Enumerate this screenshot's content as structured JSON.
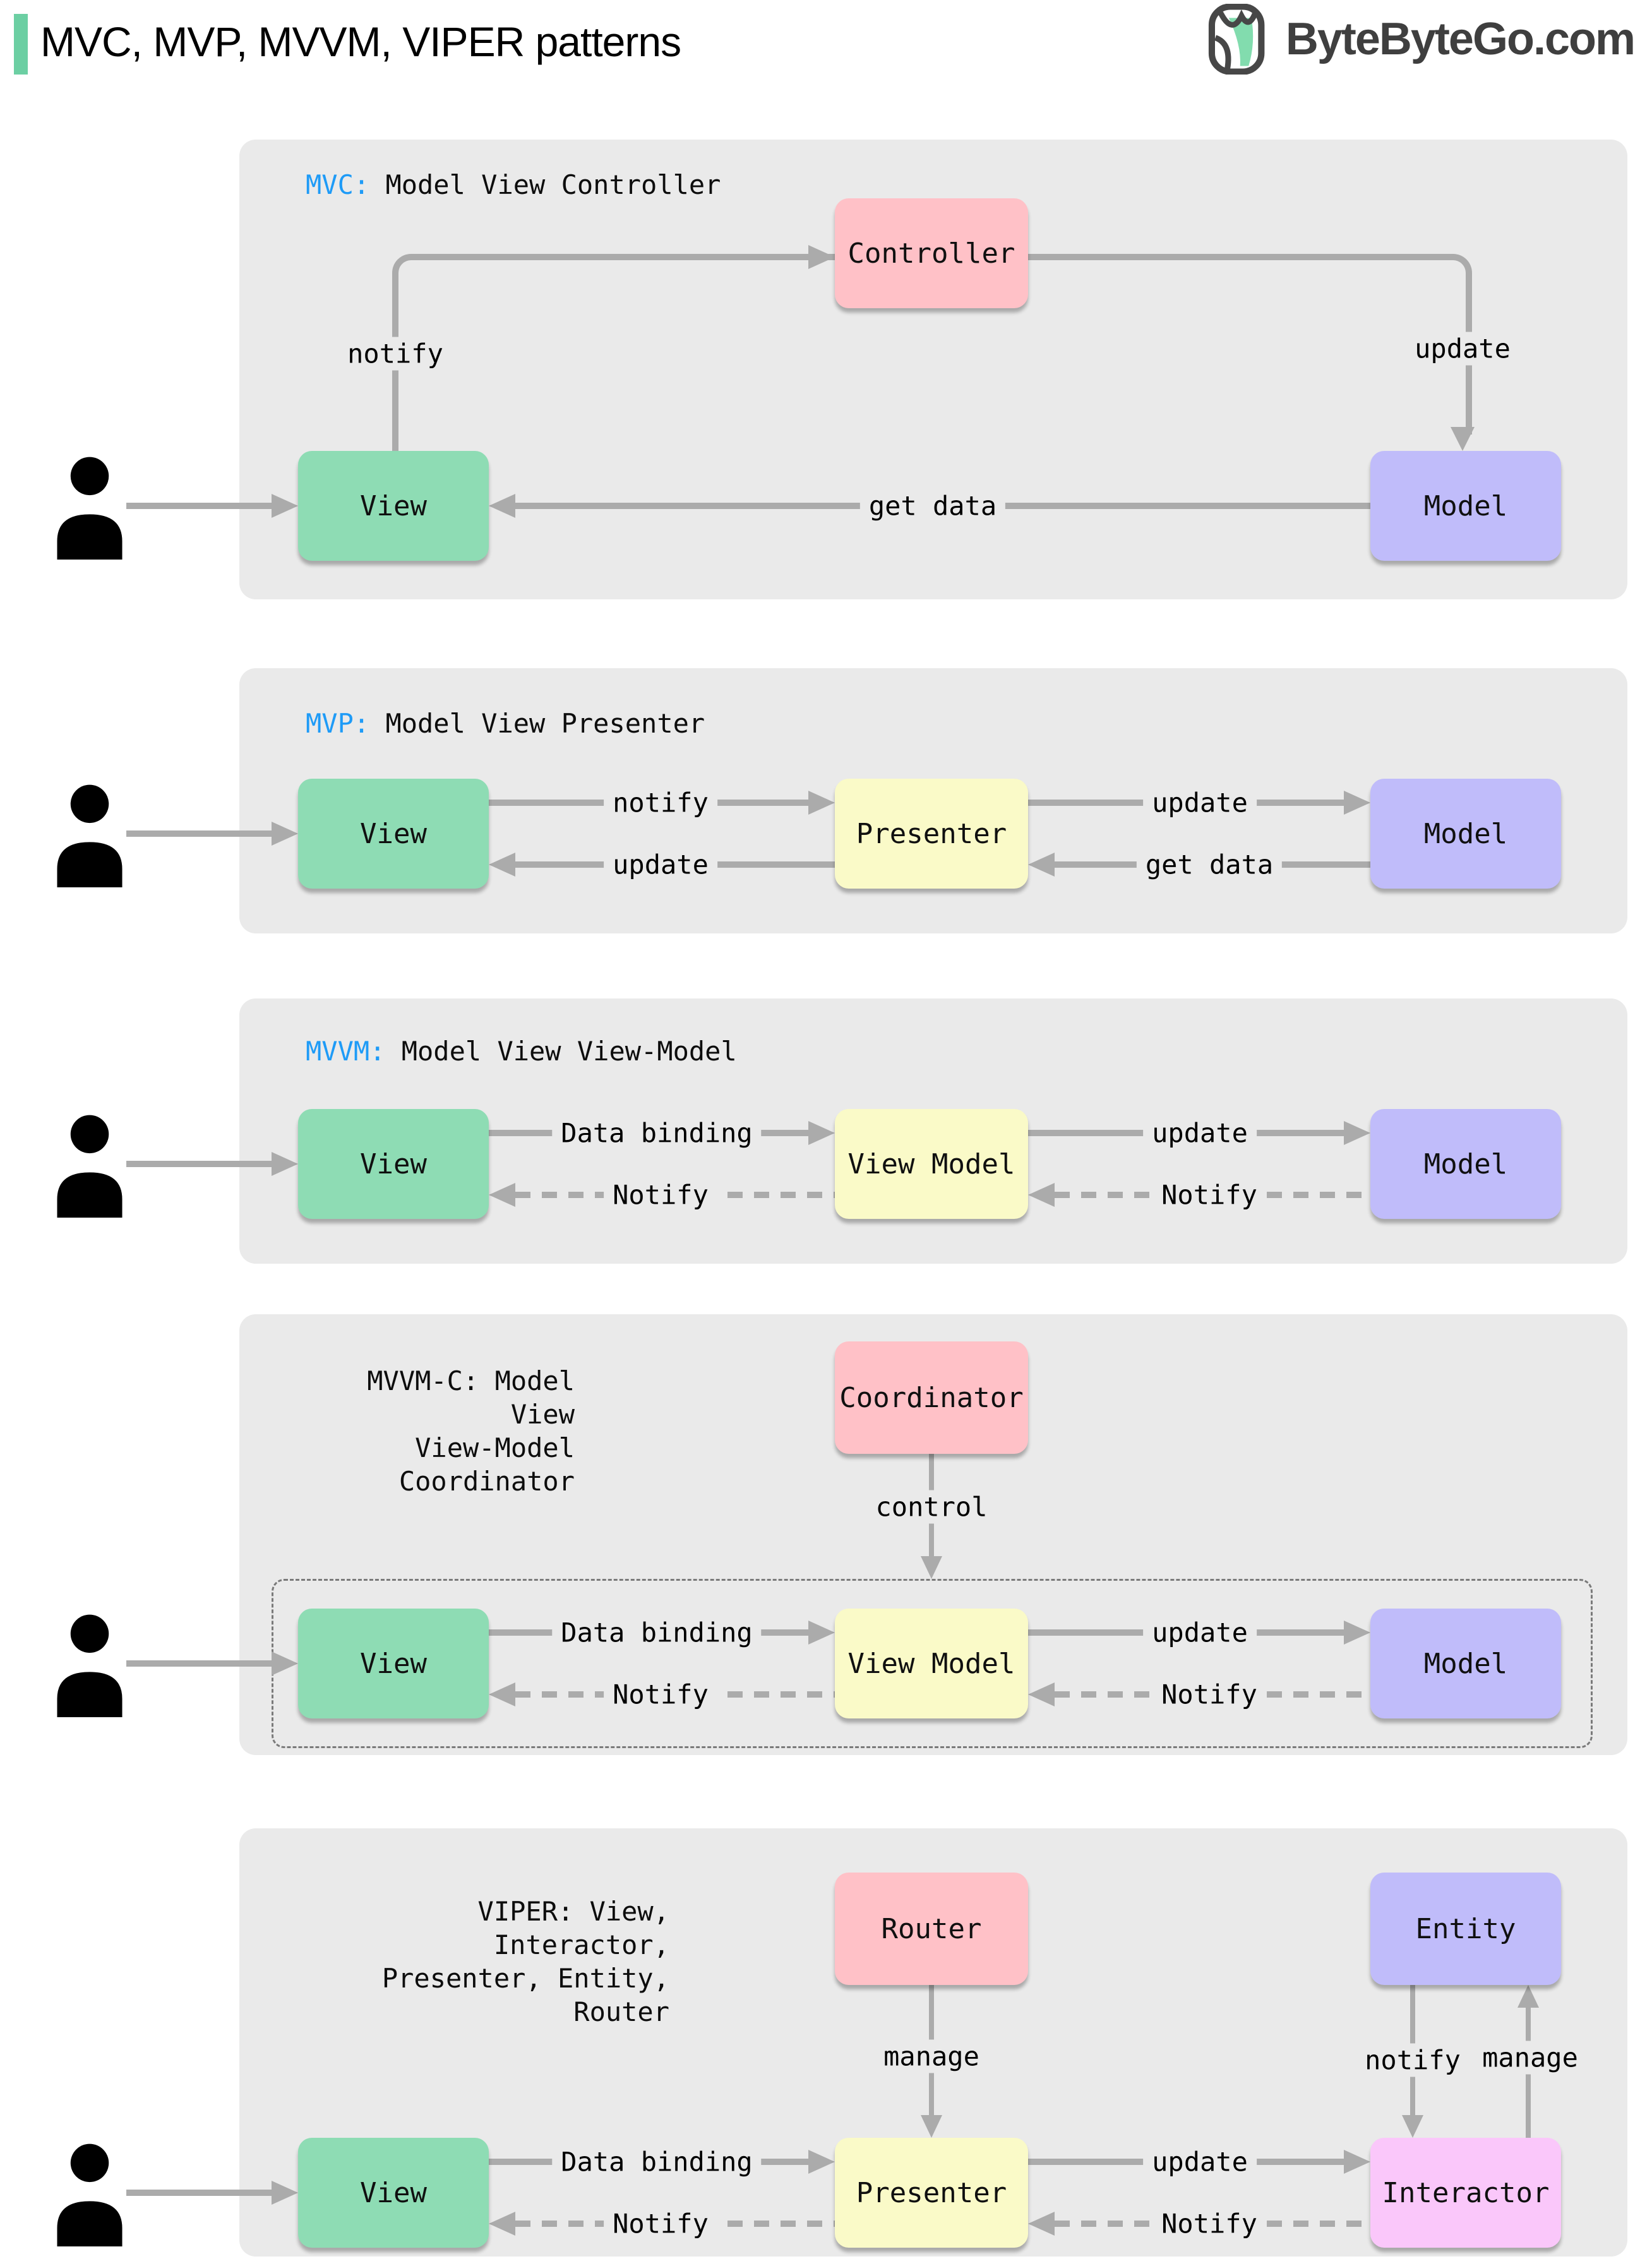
{
  "header": {
    "title": "MVC, MVP, MVVM, VIPER patterns",
    "brand": "ByteByteGo.com"
  },
  "colors": {
    "accent_bar_green": "#6CCFA3",
    "panel_gray": "#EAEAEA",
    "abbr_blue": "#1E9BF7",
    "view_green": "#8EDCB4",
    "presenter_yellow": "#FAFAC8",
    "model_purple": "#C0BCFA",
    "controller_pink": "#FFC1C7",
    "interactor_magenta": "#FAC7FA",
    "arrow_gray": "#ABABAB"
  },
  "panels": {
    "mvc": {
      "abbr": "MVC:",
      "title": "Model View Controller",
      "boxes": {
        "controller": "Controller",
        "view": "View",
        "model": "Model"
      },
      "edges": {
        "notify": "notify",
        "update": "update",
        "get_data": "get data"
      }
    },
    "mvp": {
      "abbr": "MVP:",
      "title": "Model View Presenter",
      "boxes": {
        "view": "View",
        "presenter": "Presenter",
        "model": "Model"
      },
      "edges": {
        "notify": "notify",
        "update_top": "update",
        "update_return": "update",
        "get_data": "get data"
      }
    },
    "mvvm": {
      "abbr": "MVVM:",
      "title": "Model View View-Model",
      "boxes": {
        "view": "View",
        "view_model": "View Model",
        "model": "Model"
      },
      "edges": {
        "data_binding": "Data binding",
        "notify_view": "Notify",
        "update": "update",
        "notify_vm": "Notify"
      }
    },
    "mvvmc": {
      "abbr": "MVVM-C:",
      "title_line1": "Model View",
      "title_line2": "View-Model",
      "title_line3": "Coordinator",
      "boxes": {
        "coordinator": "Coordinator",
        "view": "View",
        "view_model": "View Model",
        "model": "Model"
      },
      "edges": {
        "control": "control",
        "data_binding": "Data binding",
        "notify_view": "Notify",
        "update": "update",
        "notify_vm": "Notify"
      }
    },
    "viper": {
      "abbr": "VIPER:",
      "title_line1": "View, Interactor,",
      "title_line2": "Presenter, Entity,",
      "title_line3": "Router",
      "boxes": {
        "router": "Router",
        "entity": "Entity",
        "view": "View",
        "presenter": "Presenter",
        "interactor": "Interactor"
      },
      "edges": {
        "manage_router": "manage",
        "notify_entity": "notify",
        "manage_entity": "manage",
        "data_binding": "Data binding",
        "notify_view": "Notify",
        "update": "update",
        "notify_presenter": "Notify"
      }
    }
  }
}
